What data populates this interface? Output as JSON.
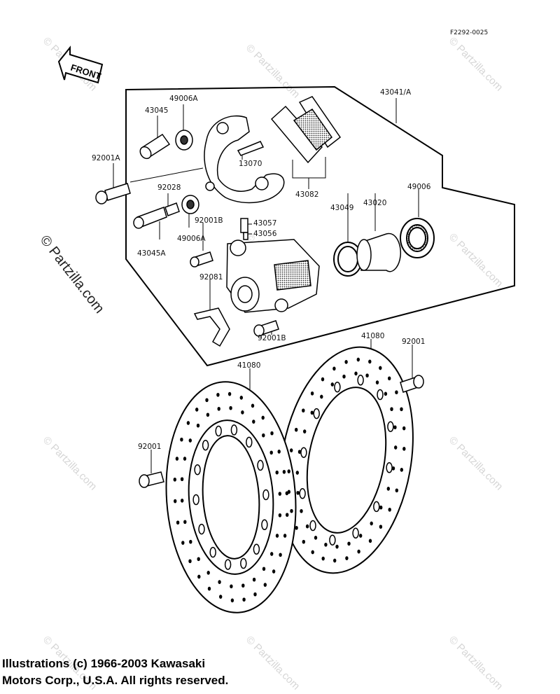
{
  "diagram": {
    "reference_code": "F2292-0025",
    "front_label": "FRONT",
    "part_labels": {
      "p43041A": "43041/A",
      "p49006A_top": "49006A",
      "p43045": "43045",
      "p13070": "13070",
      "p92001A": "92001A",
      "p92028": "92028",
      "p43082": "43082",
      "p49006": "49006",
      "p43049": "43049",
      "p43020": "43020",
      "p92001B_top": "92001B",
      "p43057": "43057",
      "p43056": "43056",
      "p49006A_mid": "49006A",
      "p43045A": "43045A",
      "p92081": "92081",
      "p92001B_bot": "92001B",
      "p41080_right": "41080",
      "p92001_right": "92001",
      "p41080_left": "41080",
      "p92001_left": "92001"
    }
  },
  "watermark": {
    "brand": "© Partzilla.com",
    "small": "© Partzilla.com"
  },
  "footer": {
    "copyright_line1": "Illustrations (c) 1966-2003 Kawasaki",
    "copyright_line2": "Motors Corp., U.S.A.  All rights reserved."
  }
}
